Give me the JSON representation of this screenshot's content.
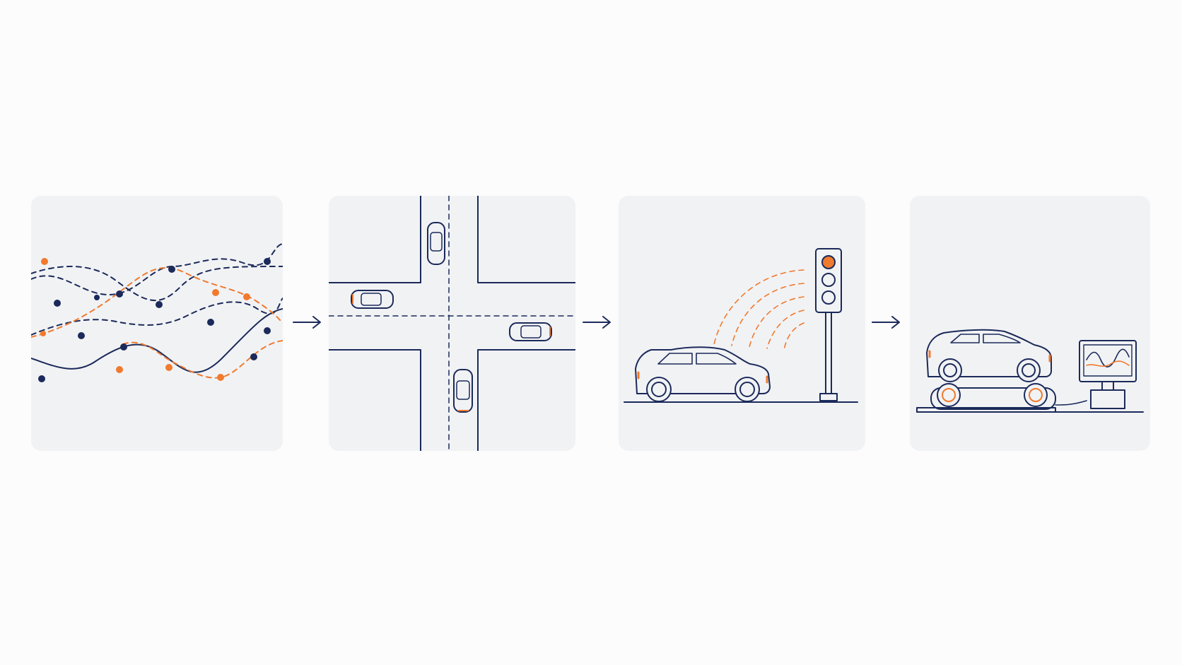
{
  "colors": {
    "accent": "#f07a2e",
    "primary": "#1b2a5a",
    "panel": "#f1f2f4",
    "background": "#fcfcfd"
  },
  "steps": [
    {
      "id": "data-collection",
      "icon": "scattered-data-curves"
    },
    {
      "id": "scenario-simulation",
      "icon": "intersection-top-view"
    },
    {
      "id": "sensor-test",
      "icon": "car-traffic-light-signal"
    },
    {
      "id": "dyno-test",
      "icon": "car-on-dynamometer-monitor"
    }
  ],
  "connectors": [
    "arrow-right-icon",
    "arrow-right-icon",
    "arrow-right-icon"
  ]
}
